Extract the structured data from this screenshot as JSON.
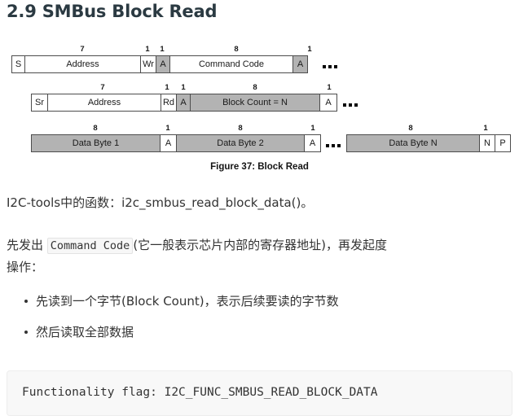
{
  "page": {
    "title": "2.9 SMBus Block Read"
  },
  "figure": {
    "caption": "Figure 37: Block Read",
    "colors": {
      "cell_border": "#4d4d4d",
      "cell_gray": "#b3b3b3",
      "cell_white": "#ffffff",
      "text": "#1a1a1a"
    },
    "rows": [
      {
        "name": "write-phase",
        "cells": [
          {
            "label": "S",
            "bits": "",
            "shade": "white"
          },
          {
            "label": "Address",
            "bits": "7",
            "shade": "white"
          },
          {
            "label": "Wr",
            "bits": "1",
            "shade": "white"
          },
          {
            "label": "A",
            "bits": "1",
            "shade": "gray"
          },
          {
            "label": "Command Code",
            "bits": "8",
            "shade": "white"
          },
          {
            "label": "A",
            "bits": "1",
            "shade": "gray"
          }
        ],
        "trailing_ellipsis": true
      },
      {
        "name": "restart-block-count-phase",
        "cells": [
          {
            "label": "Sr",
            "bits": "",
            "shade": "white"
          },
          {
            "label": "Address",
            "bits": "7",
            "shade": "white"
          },
          {
            "label": "Rd",
            "bits": "1",
            "shade": "white"
          },
          {
            "label": "A",
            "bits": "1",
            "shade": "gray"
          },
          {
            "label": "Block Count = N",
            "bits": "8",
            "shade": "gray"
          },
          {
            "label": "A",
            "bits": "1",
            "shade": "white"
          }
        ],
        "trailing_ellipsis": true
      },
      {
        "name": "data-bytes-phase",
        "cells": [
          {
            "label": "Data Byte 1",
            "bits": "8",
            "shade": "gray"
          },
          {
            "label": "A",
            "bits": "1",
            "shade": "white"
          },
          {
            "label": "Data Byte 2",
            "bits": "8",
            "shade": "gray"
          },
          {
            "label": "A",
            "bits": "1",
            "shade": "white"
          },
          {
            "label": "Data Byte N",
            "bits": "8",
            "shade": "gray"
          },
          {
            "label": "N",
            "bits": "1",
            "shade": "white"
          },
          {
            "label": "P",
            "bits": "",
            "shade": "white"
          }
        ],
        "trailing_ellipsis": false
      }
    ]
  },
  "body": {
    "para_1": "I2C-tools中的函数：i2c_smbus_read_block_data()。",
    "para_2_prefix": "先发出 ",
    "para_2_code": "Command Code",
    "para_2_suffix": "(它一般表示芯片内部的寄存器地址)，再发起度",
    "para_2_line2": "操作：",
    "bullets": [
      "先读到一个字节(Block Count)，表示后续要读的字节数",
      "然后读取全部数据"
    ]
  },
  "code_block": {
    "text": "Functionality flag: I2C_FUNC_SMBUS_READ_BLOCK_DATA"
  }
}
